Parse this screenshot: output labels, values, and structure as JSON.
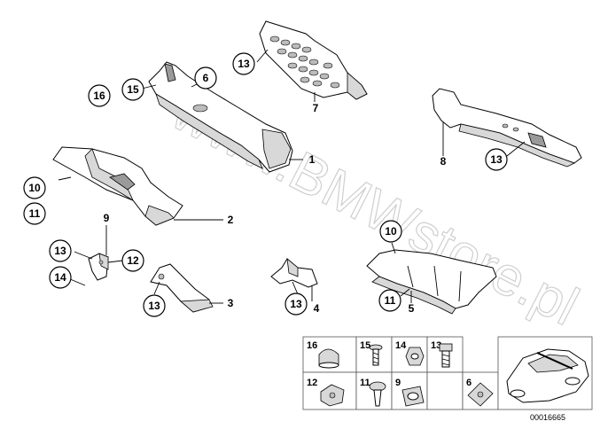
{
  "watermark": "www.BMWstore.pl",
  "callouts": {
    "c13_top": "13",
    "c7": "7",
    "c6": "6",
    "c15": "15",
    "c16": "16",
    "c1": "1",
    "c8": "8",
    "c13_right": "13",
    "c10_left": "10",
    "c11_left": "11",
    "c2": "2",
    "c9": "9",
    "c13_bracket": "13",
    "c12": "12",
    "c14": "14",
    "c13_p3": "13",
    "c3": "3",
    "c13_p4": "13",
    "c4": "4",
    "c10_p5": "10",
    "c11_p5": "11",
    "c5": "5"
  },
  "legend": {
    "cells": [
      "16",
      "15",
      "14",
      "13",
      "12",
      "11",
      "9",
      "6"
    ]
  },
  "doc_number": "00016665"
}
